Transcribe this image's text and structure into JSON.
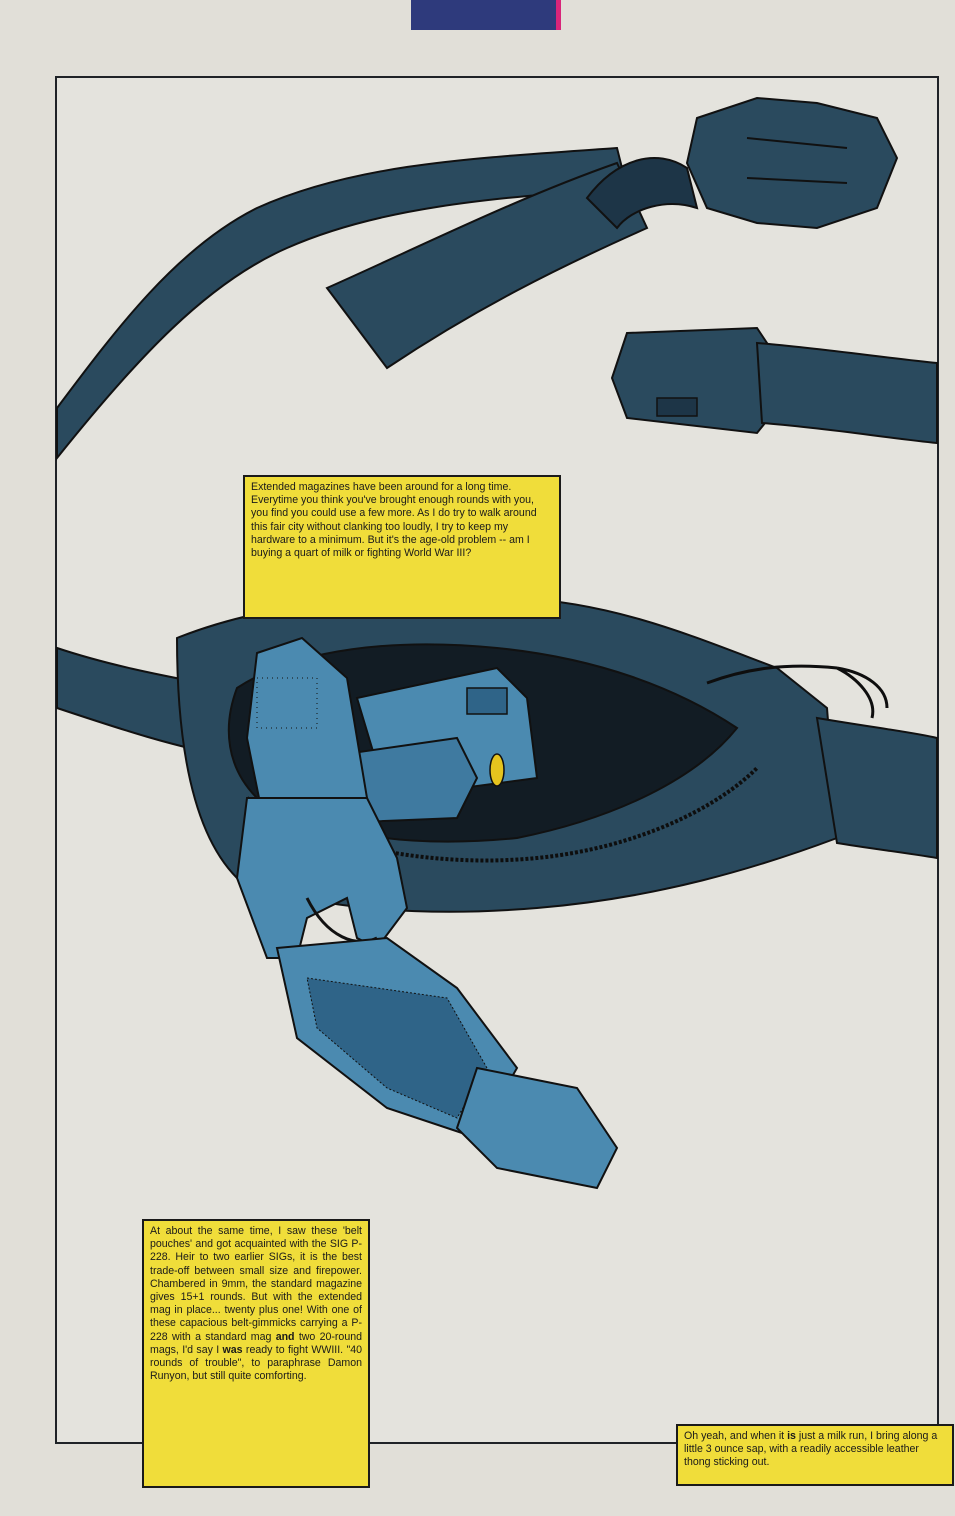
{
  "colors": {
    "page_bg": "#e1dfd8",
    "panel_bg": "#e4e3dd",
    "strap": "#2a4a5e",
    "strap_dark": "#1d3547",
    "gun": "#4b8ab0",
    "gun_dark": "#2f6488",
    "caption_bg": "#f0dd3a",
    "tab_marker": "#2e3a7c",
    "tab_accent": "#d8257a",
    "bullet": "#e6c41e"
  },
  "captions": {
    "top": "Extended magazines have been around for a long time. Everytime you think you've brought enough rounds with you, you find you could use a few more. As I do try to walk around this fair city without clanking too loudly, I try to keep my hardware to a minimum. But it's the age-old problem -- am I buying a quart of milk or fighting World War III?",
    "left": {
      "part1": "At about the same time, I saw these 'belt pouches' and got acquainted with the SIG P-228. Heir to two earlier SIGs, it is the best trade-off between small size and firepower. Chambered in 9mm, the standard magazine gives 15+1 rounds. But with the extended mag in place... twenty plus one! With one of these capacious belt-gimmicks carrying a P-228 with a standard mag ",
      "bold1": "and",
      "part2": " two 20-round mags, I'd say I ",
      "bold2": "was",
      "part3": " ready to fight WWIII. \"40 rounds of trouble\", to paraphrase Damon Runyon, but still quite comforting."
    },
    "right": {
      "part1": "Oh yeah, and when it ",
      "bold1": "is",
      "part2": " just a milk run, I bring along a little 3 ounce sap, with a readily accessible leather thong sticking out."
    }
  }
}
